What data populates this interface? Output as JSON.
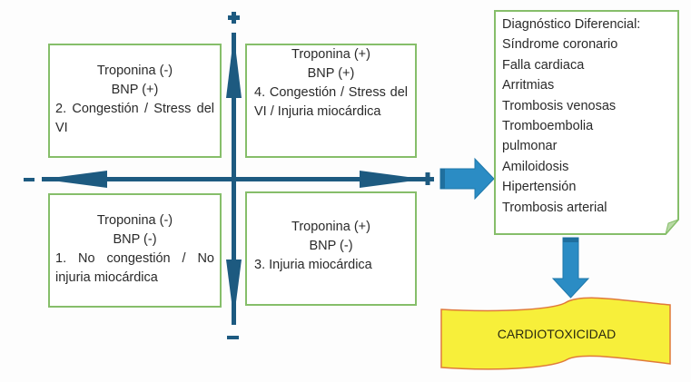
{
  "axes": {
    "vertical_top_sign": "+",
    "vertical_bottom_sign": "−",
    "horizontal_left_sign": "−",
    "horizontal_right_sign": "+"
  },
  "quadrants": {
    "top_left": {
      "line1": "Troponina (-)",
      "line2": "BNP (+)",
      "line3": "2. Congestión / Stress del VI"
    },
    "top_right": {
      "line1": "Troponina (+)",
      "line2": "BNP (+)",
      "line3": "4. Congestión / Stress del VI / Injuria miocárdica"
    },
    "bottom_left": {
      "line1": "Troponina (-)",
      "line2": "BNP (-)",
      "line3": "1. No congestión / No injuria miocárdica"
    },
    "bottom_right": {
      "line1": "Troponina (+)",
      "line2": "BNP (-)",
      "line3": "3. Injuria miocárdica"
    }
  },
  "differential": {
    "title": "Diagnóstico Diferencial:",
    "items": [
      "Síndrome coronario",
      "Falla cardiaca",
      "Arritmias",
      "Trombosis venosas",
      "Tromboembolia",
      "pulmonar",
      "Amiloidosis",
      "Hipertensión",
      "Trombosis arterial"
    ]
  },
  "result": {
    "label": "CARDIOTOXICIDAD"
  },
  "colors": {
    "axis": "#1d5a80",
    "block_arrow": "#2b8cc4",
    "box_border": "#86be6a",
    "banner_fill": "#f7ef3a",
    "banner_border": "#e07a3a"
  }
}
